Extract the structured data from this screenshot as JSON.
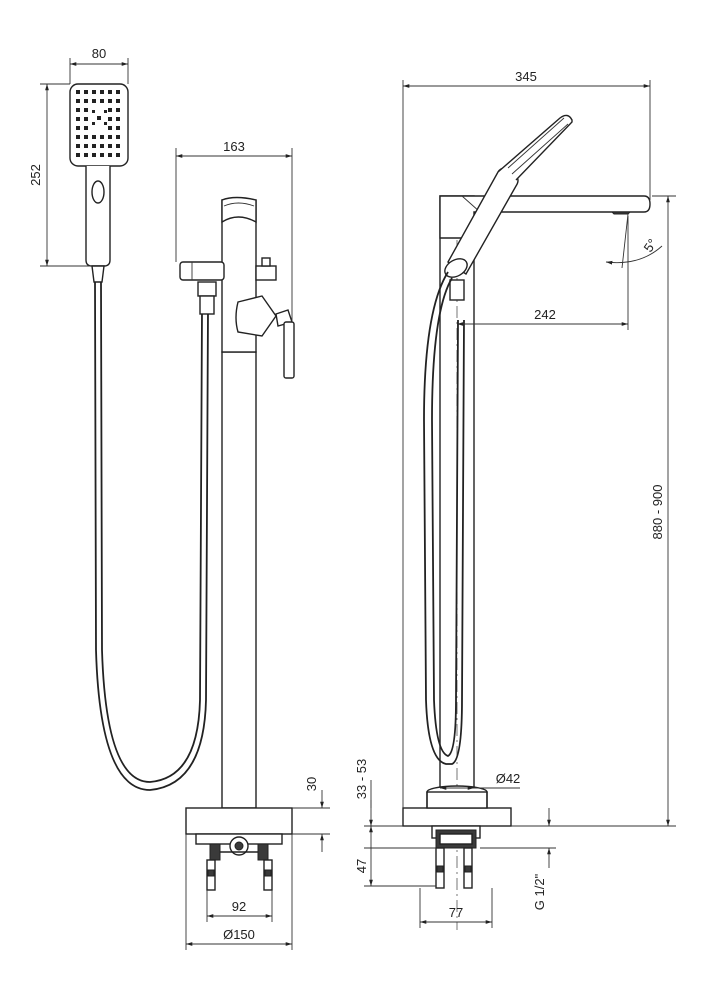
{
  "dimensions": {
    "head_width": "80",
    "head_height": "252",
    "front_spout_width": "163",
    "side_total_width": "345",
    "spout_reach": "242",
    "spout_angle": "5°",
    "total_height": "880 - 900",
    "base_height": "30",
    "floor_depth": "33 - 53",
    "column_diameter": "Ø42",
    "connection_height": "47",
    "thread": "G 1/2\"",
    "leg_spacing_front": "92",
    "base_diameter": "Ø150",
    "leg_spacing_side": "77"
  }
}
